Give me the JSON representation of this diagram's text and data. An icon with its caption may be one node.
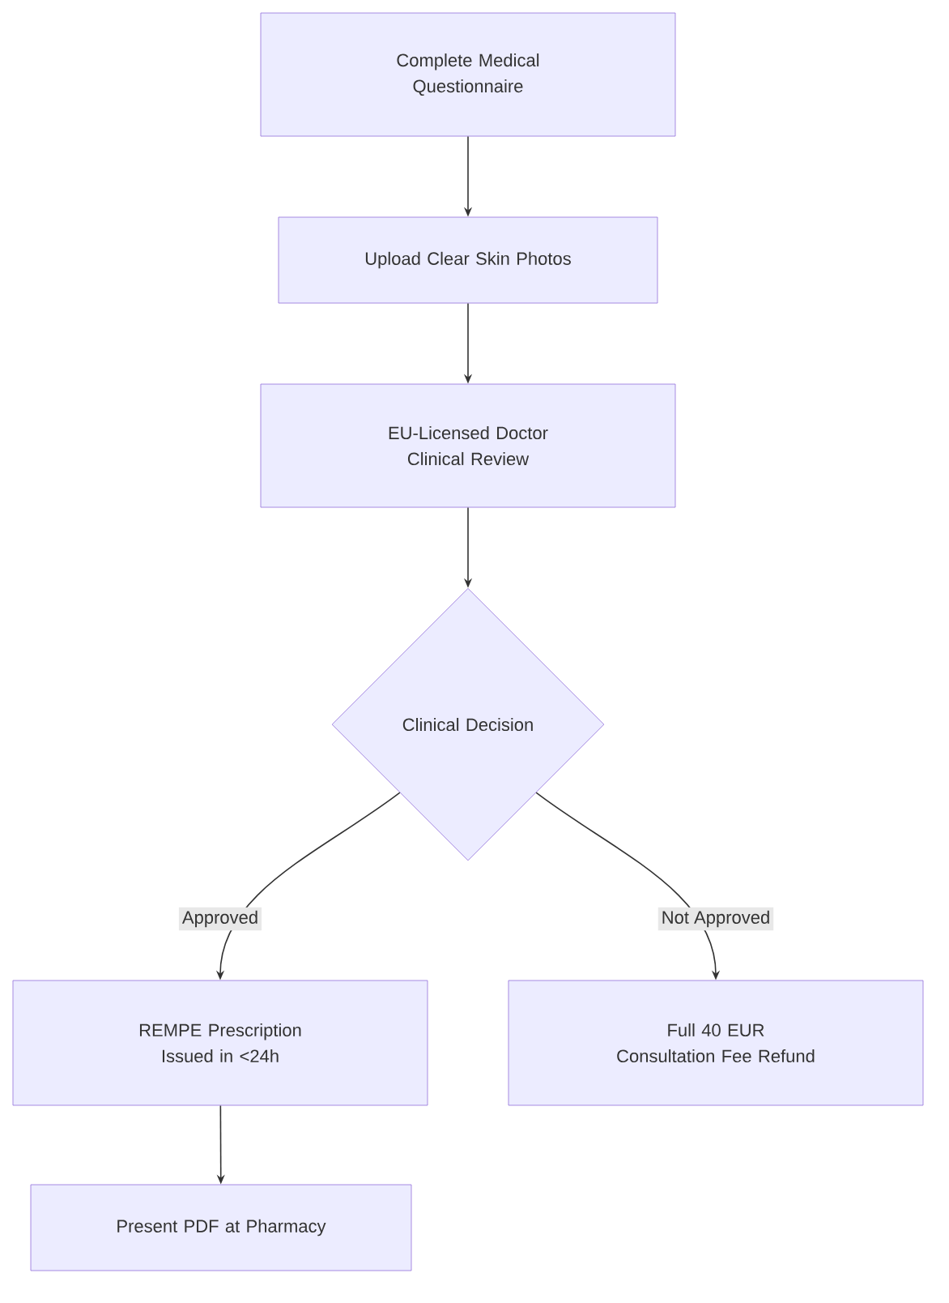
{
  "diagram": {
    "nodes": [
      {
        "text": [
          "Complete Medical Questionnaire"
        ]
      },
      {
        "text": [
          "Upload Clear Skin Photos"
        ]
      },
      {
        "text": [
          "EU-Licensed Doctor Clinical Review"
        ]
      },
      {
        "text": [
          "Clinical Decision"
        ]
      },
      {
        "text": [
          "REMPE Prescription Issued in <24h"
        ]
      },
      {
        "text": [
          "Full 40 EUR Consultation Fee Refund"
        ]
      },
      {
        "text": [
          "Present PDF at Pharmacy"
        ]
      }
    ],
    "edges": [
      {
        "from": 0,
        "to": 1,
        "arrow": "to"
      },
      {
        "from": 1,
        "to": 2,
        "arrow": "to"
      },
      {
        "from": 2,
        "to": 3,
        "arrow": "to"
      },
      {
        "from": 3,
        "to": 4,
        "arrow": "to",
        "label": "Approved"
      },
      {
        "from": 3,
        "to": 5,
        "arrow": "to",
        "label": "Not Approved"
      },
      {
        "from": 4,
        "to": 6,
        "arrow": "to"
      }
    ]
  }
}
